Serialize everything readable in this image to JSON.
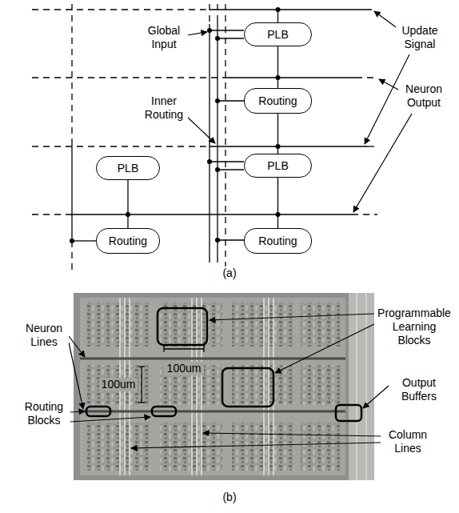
{
  "diagram": {
    "nodes": [
      {
        "text": [
          "PLB"
        ]
      },
      {
        "text": [
          "Routing"
        ]
      },
      {
        "text": [
          "PLB"
        ]
      },
      {
        "text": [
          "PLB"
        ]
      },
      {
        "text": [
          "Routing"
        ]
      },
      {
        "text": [
          "Routing"
        ]
      }
    ],
    "edges": [
      {
        "from": 0,
        "to": 1,
        "arrow": "none"
      },
      {
        "from": 1,
        "to": 3,
        "arrow": "none"
      },
      {
        "from": 3,
        "to": 5,
        "arrow": "none"
      },
      {
        "from": 2,
        "to": 4,
        "arrow": "none"
      }
    ],
    "labels": [
      "Global Input",
      "Update Signal",
      "Neuron Output",
      "Inner Routing",
      "(a)",
      "Programmable Learning Blocks",
      "Neuron Lines",
      "100um",
      "100um",
      "Output Buffers",
      "Routing Blocks",
      "Column Lines",
      "(b)"
    ]
  }
}
